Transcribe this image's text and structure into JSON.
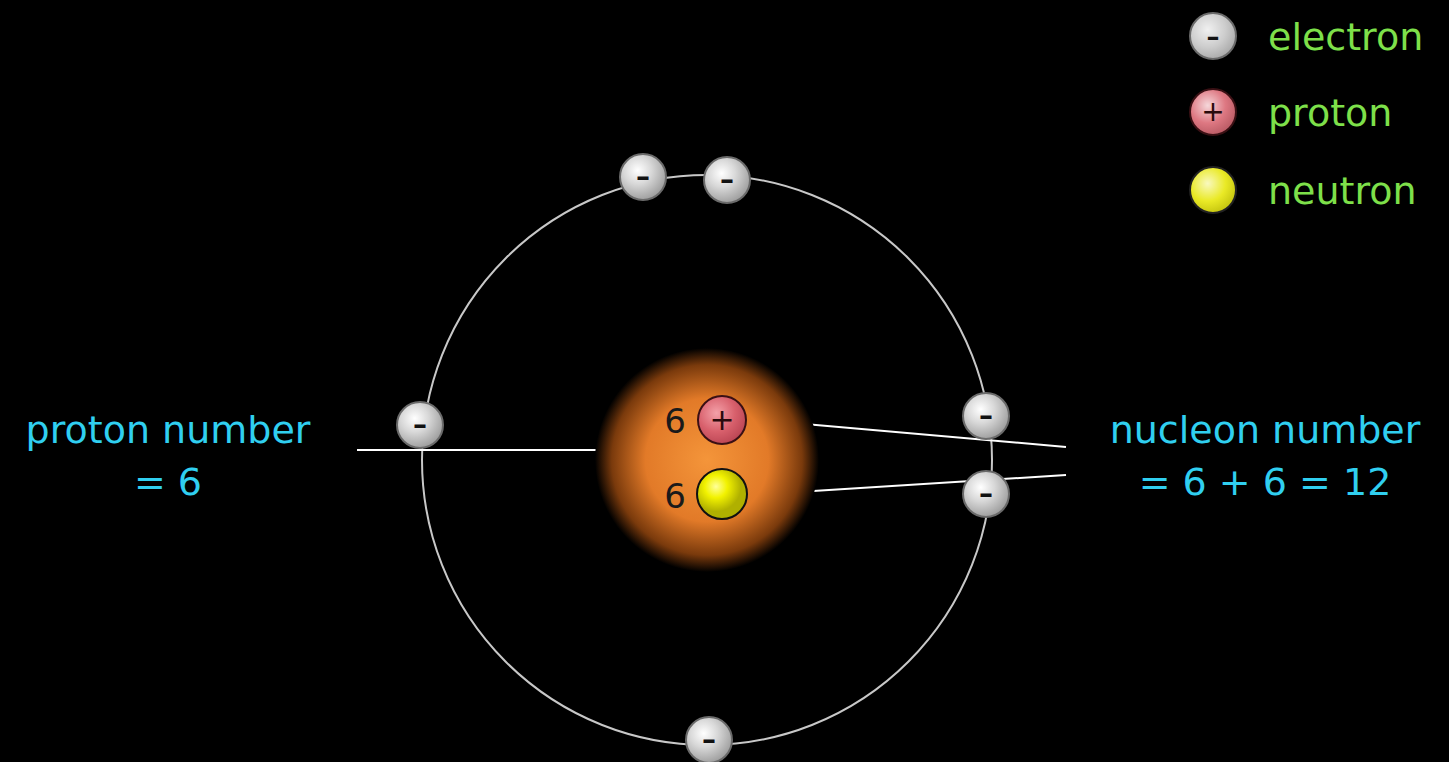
{
  "diagram": {
    "nodes": [
      {
        "text": [
          "–"
        ]
      },
      {
        "text": [
          "–"
        ]
      },
      {
        "text": [
          "–"
        ]
      },
      {
        "text": [
          "6",
          "6"
        ]
      },
      {
        "text": [
          "+"
        ],
        "in": 3
      },
      {
        "text": [
          "–"
        ]
      },
      {
        "text": [
          "–"
        ]
      },
      {
        "text": [
          "–"
        ]
      }
    ],
    "labels": [
      "proton number",
      "= 6",
      "nucleon number",
      "= 6 + 6 = 12",
      "–",
      "+"
    ],
    "legend": [
      {
        "text": "electron",
        "color": "#c4c4c4"
      },
      {
        "text": "proton",
        "color": "#d8606c"
      },
      {
        "text": "neutron",
        "color": "#e6e600"
      }
    ]
  }
}
